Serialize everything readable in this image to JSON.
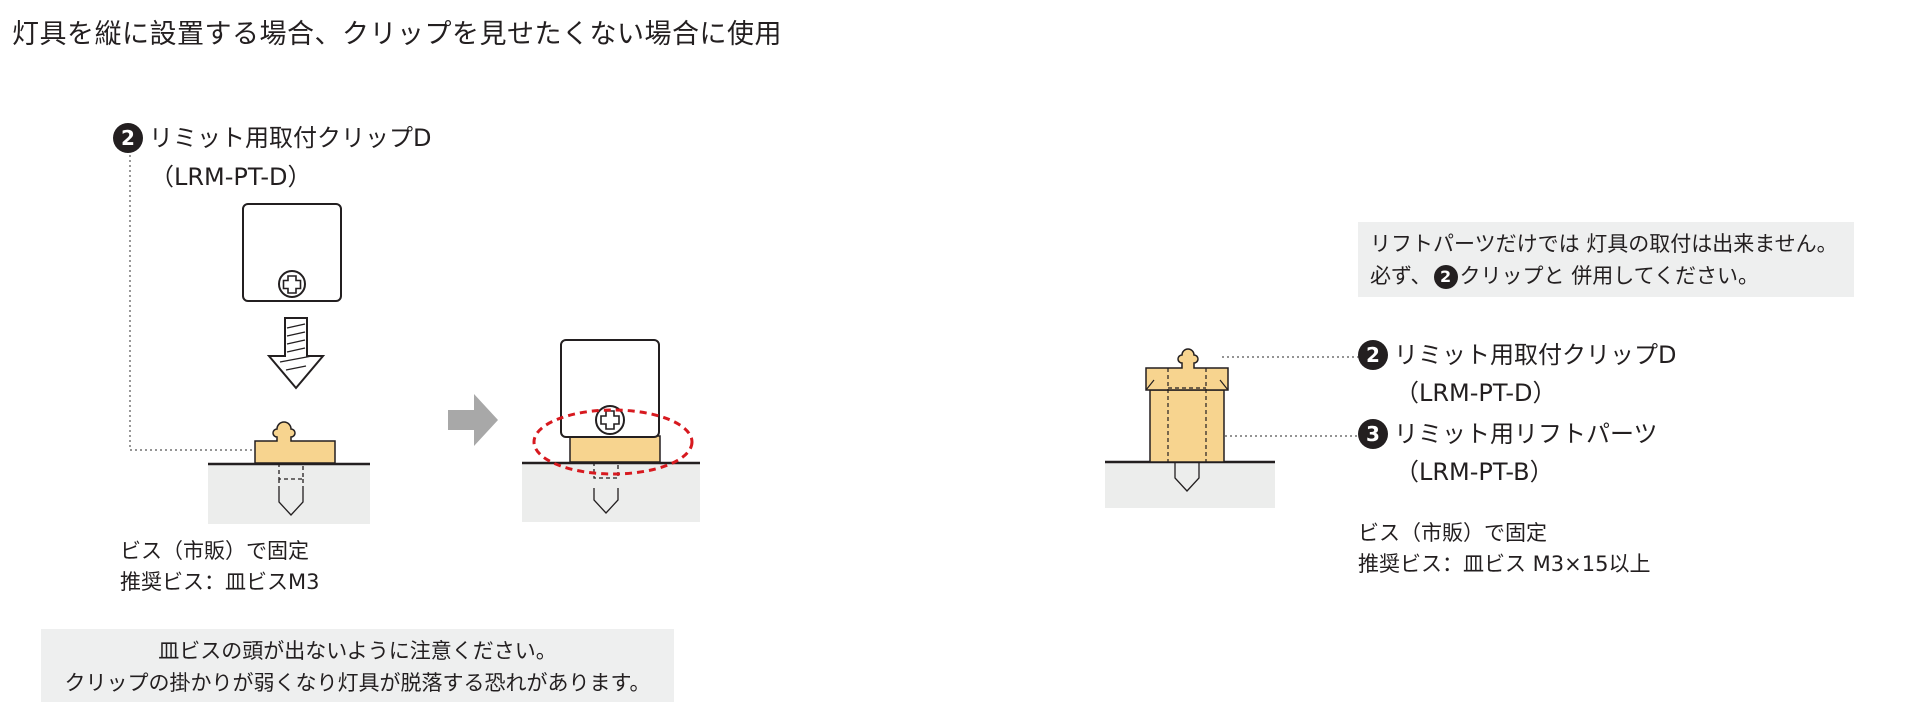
{
  "heading": "灯具を縦に設置する場合、クリップを見せたくない場合に使用",
  "left": {
    "part_number": "2",
    "part_name": "リミット用取付クリップD",
    "part_code": "（LRM-PT-D）",
    "screw_note_line1": "ビス（市販）で固定",
    "screw_note_line2": "推奨ビス：皿ビスM3",
    "caution_line1": "皿ビスの頭が出ないように注意ください。",
    "caution_line2": "クリップの掛かりが弱くなり灯具が脱落する恐れがあります。"
  },
  "right": {
    "notice_line1": "リフトパーツだけでは 灯具の取付は出来ません。",
    "notice_line2_prefix": "必ず、",
    "notice_number": "2",
    "notice_line2_suffix": "クリップと 併用してください。",
    "part2_number": "2",
    "part2_name": "リミット用取付クリップD",
    "part2_code": "（LRM-PT-D）",
    "part3_number": "3",
    "part3_name": "リミット用リフトパーツ",
    "part3_code": "（LRM-PT-B）",
    "screw_note_line1": "ビス（市販）で固定",
    "screw_note_line2": "推奨ビス：皿ビス M3×15以上"
  },
  "colors": {
    "clip_fill": "#f7d48f",
    "clip_stroke": "#231f20",
    "ground_fill": "#ecedec",
    "arrow_gray": "#a8a8a8",
    "highlight_red": "#d7191f",
    "note_bg": "#eeefef"
  }
}
